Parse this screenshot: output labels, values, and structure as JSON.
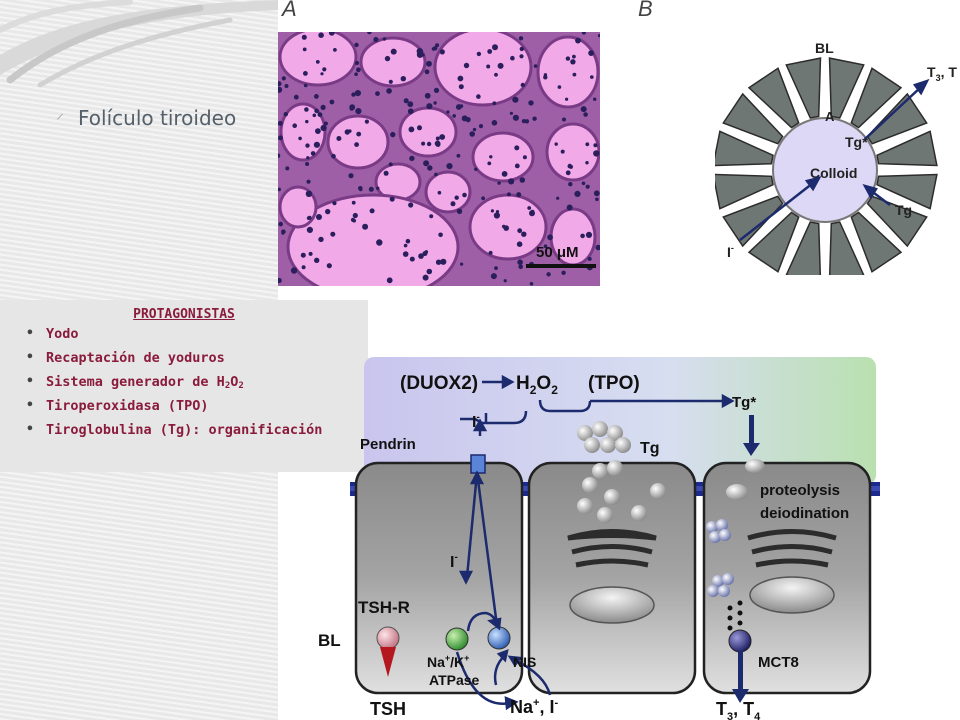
{
  "slide": {
    "bullet_title": "Folículo tiroideo",
    "panel_a_label": "A",
    "panel_b_label": "B"
  },
  "micrograph": {
    "scale_label": "50 μM"
  },
  "follicle_diagram": {
    "bl": "BL",
    "t3_t4": "T",
    "a": "A",
    "tg_star": "Tg*",
    "colloid": "Colloid",
    "tg": "Tg",
    "iodide": "I"
  },
  "protagonistas": {
    "title": "PROTAGONISTAS",
    "items": [
      {
        "text": "Yodo"
      },
      {
        "text": "Recaptación de  yoduros"
      },
      {
        "text": "Sistema generador de H",
        "sub1": "2",
        "mid": "O",
        "sub2": "2"
      },
      {
        "text": "Tiroperoxidasa (TPO)"
      },
      {
        "text": "Tiroglobulina (Tg):  organificación"
      }
    ]
  },
  "cell_diagram": {
    "duox2": "(DUOX2)",
    "h2o2": "H",
    "h2o2_o": "O",
    "sub2": "2",
    "tpo": "(TPO)",
    "tg_star": "Tg*",
    "iodide_top": "I",
    "iodide_mid": "I",
    "minus": "-",
    "pendrin": "Pendrin",
    "tg": "Tg",
    "proteolysis": "proteolysis",
    "deiodination": "deiodination",
    "tshr": "TSH-R",
    "bl": "BL",
    "nak": "Na",
    "plus": "+",
    "slash_k": "/K",
    "atpase": "ATPase",
    "nis": "NIS",
    "mct8": "MCT8",
    "tsh": "TSH",
    "na_i": "Na",
    "na_i_rest": ", I",
    "t3t4_out": "T",
    "t3_sub": "3",
    "t4_sub": "4",
    "comma": ", T"
  }
}
